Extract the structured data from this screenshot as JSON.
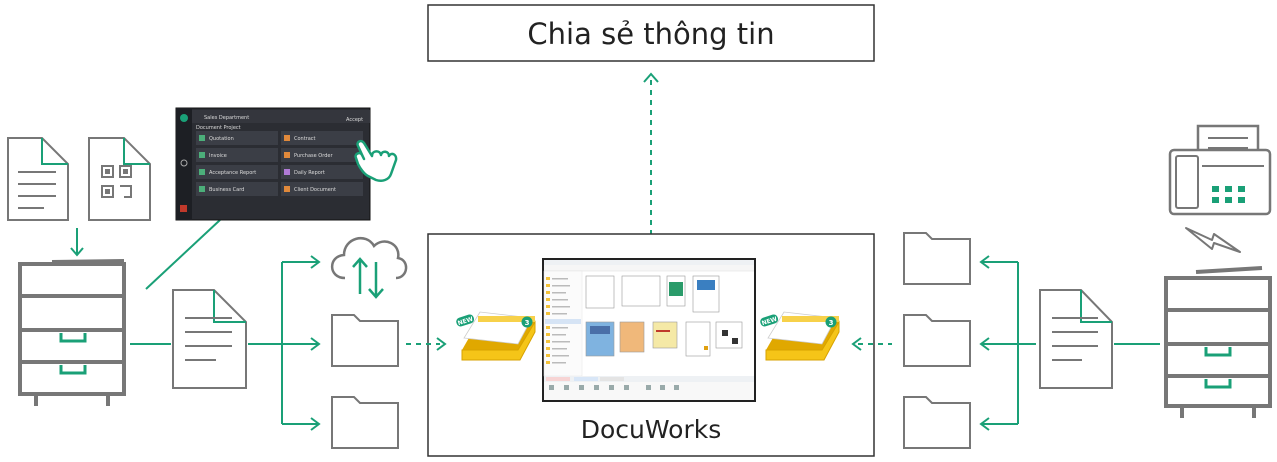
{
  "title_box": {
    "label": "Chia sẻ thông tin"
  },
  "main_box": {
    "label": "DocuWorks"
  },
  "panel": {
    "header": "Sales Department",
    "top_right_label": "Accept",
    "subheader": "Document Project",
    "left_items": [
      "Quotation",
      "Invoice",
      "Acceptance Report",
      "Business Card"
    ],
    "right_items": [
      "Contract",
      "Purchase Order",
      "Daily Report",
      "Client Document"
    ]
  },
  "tray_badges": {
    "new_label": "NEW",
    "count": "3"
  },
  "colors": {
    "accent_green": "#1aa077",
    "icon_gray": "#777777",
    "tray_yellow": "#f5c518",
    "panel_dark": "#2b2d33"
  },
  "icons": [
    "document-icon",
    "qr-document-icon",
    "multifunction-printer-icon",
    "touch-panel",
    "hand-pointer-icon",
    "cloud-sync-icon",
    "folder-icon",
    "tray-icon",
    "fax-icon",
    "lightning-icon"
  ]
}
